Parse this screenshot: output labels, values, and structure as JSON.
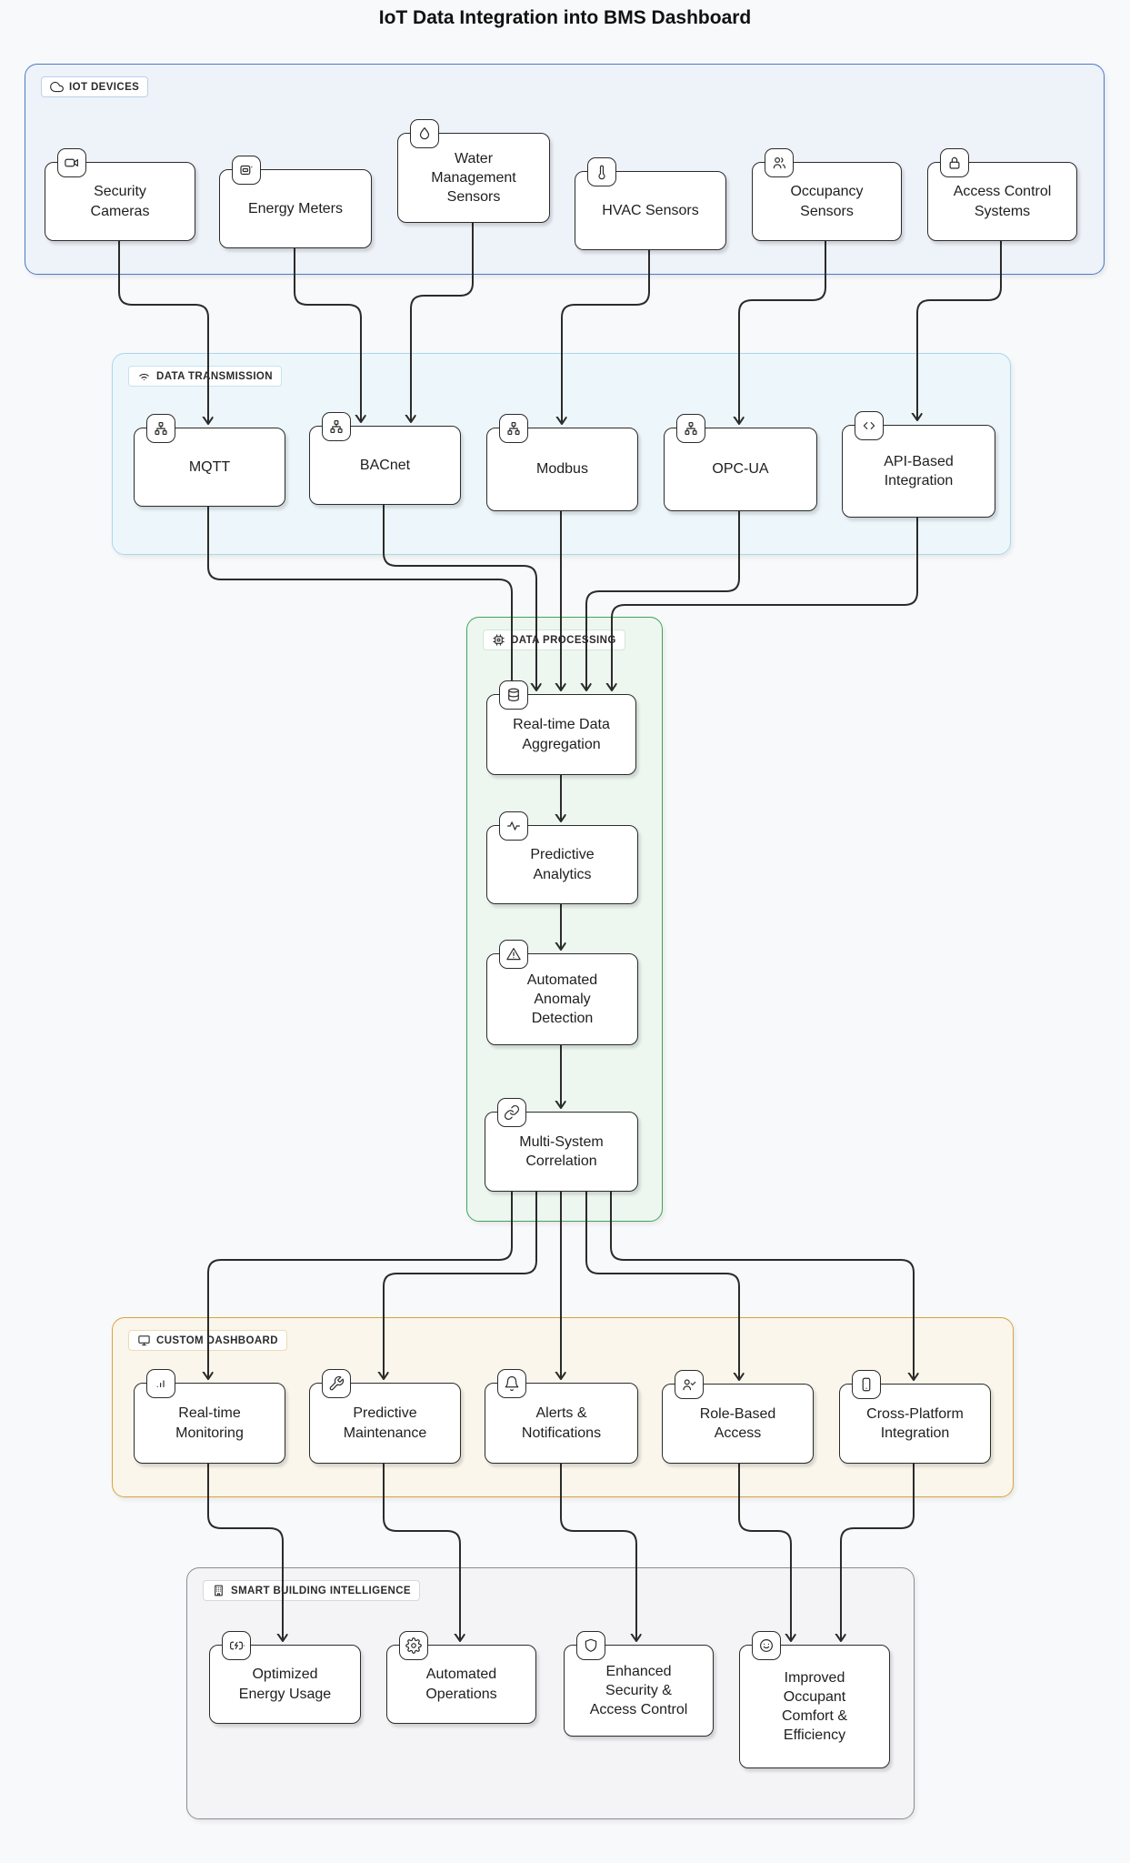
{
  "title": "IoT Data Integration into BMS Dashboard",
  "colors": {
    "iot_devices_accent": "#4a7bc8",
    "data_transmission_accent": "#a9d8e8",
    "data_processing_accent": "#3fa45c",
    "custom_dashboard_accent": "#d9a43c",
    "smart_building_accent": "#8a8d93",
    "node_stroke": "#2b2b2b",
    "page_background": "#f8f9fa"
  },
  "sections": [
    {
      "label": "IOT DEVICES",
      "icon": "cloud-icon",
      "nodes": [
        {
          "label": "Security Cameras",
          "icon": "video-camera-icon"
        },
        {
          "label": "Energy Meters",
          "icon": "meter-icon"
        },
        {
          "label": "Water Management Sensors",
          "icon": "droplet-icon"
        },
        {
          "label": "HVAC Sensors",
          "icon": "thermometer-icon"
        },
        {
          "label": "Occupancy Sensors",
          "icon": "people-icon"
        },
        {
          "label": "Access Control Systems",
          "icon": "lock-icon"
        }
      ]
    },
    {
      "label": "DATA TRANSMISSION",
      "icon": "wifi-icon",
      "nodes": [
        {
          "label": "MQTT",
          "icon": "network-icon"
        },
        {
          "label": "BACnet",
          "icon": "network-icon"
        },
        {
          "label": "Modbus",
          "icon": "network-icon"
        },
        {
          "label": "OPC-UA",
          "icon": "network-icon"
        },
        {
          "label": "API-Based Integration",
          "icon": "code-icon"
        }
      ]
    },
    {
      "label": "DATA PROCESSING",
      "icon": "cpu-icon",
      "nodes": [
        {
          "label": "Real-time Data Aggregation",
          "icon": "database-icon"
        },
        {
          "label": "Predictive Analytics",
          "icon": "activity-icon"
        },
        {
          "label": "Automated Anomaly Detection",
          "icon": "alert-triangle-icon"
        },
        {
          "label": "Multi-System Correlation",
          "icon": "link-icon"
        }
      ]
    },
    {
      "label": "CUSTOM DASHBOARD",
      "icon": "monitor-icon",
      "nodes": [
        {
          "label": "Real-time Monitoring",
          "icon": "bar-chart-icon"
        },
        {
          "label": "Predictive Maintenance",
          "icon": "wrench-icon"
        },
        {
          "label": "Alerts & Notifications",
          "icon": "bell-icon"
        },
        {
          "label": "Role-Based Access",
          "icon": "user-check-icon"
        },
        {
          "label": "Cross-Platform Integration",
          "icon": "tablet-icon"
        }
      ]
    },
    {
      "label": "SMART BUILDING INTELLIGENCE",
      "icon": "building-icon",
      "nodes": [
        {
          "label": "Optimized Energy Usage",
          "icon": "battery-charging-icon"
        },
        {
          "label": "Automated Operations",
          "icon": "gear-icon"
        },
        {
          "label": "Enhanced Security & Access Control",
          "icon": "shield-icon"
        },
        {
          "label": "Improved Occupant Comfort & Efficiency",
          "icon": "smiley-icon"
        }
      ]
    }
  ],
  "edges": [
    {
      "from": "Security Cameras",
      "to": "MQTT"
    },
    {
      "from": "Energy Meters",
      "to": "BACnet"
    },
    {
      "from": "Water Management Sensors",
      "to": "BACnet"
    },
    {
      "from": "HVAC Sensors",
      "to": "Modbus"
    },
    {
      "from": "Occupancy Sensors",
      "to": "OPC-UA"
    },
    {
      "from": "Access Control Systems",
      "to": "API-Based Integration"
    },
    {
      "from": "MQTT",
      "to": "Real-time Data Aggregation"
    },
    {
      "from": "BACnet",
      "to": "Real-time Data Aggregation"
    },
    {
      "from": "Modbus",
      "to": "Real-time Data Aggregation"
    },
    {
      "from": "OPC-UA",
      "to": "Real-time Data Aggregation"
    },
    {
      "from": "API-Based Integration",
      "to": "Real-time Data Aggregation"
    },
    {
      "from": "Real-time Data Aggregation",
      "to": "Predictive Analytics"
    },
    {
      "from": "Predictive Analytics",
      "to": "Automated Anomaly Detection"
    },
    {
      "from": "Automated Anomaly Detection",
      "to": "Multi-System Correlation"
    },
    {
      "from": "Multi-System Correlation",
      "to": "Real-time Monitoring"
    },
    {
      "from": "Multi-System Correlation",
      "to": "Predictive Maintenance"
    },
    {
      "from": "Multi-System Correlation",
      "to": "Alerts & Notifications"
    },
    {
      "from": "Multi-System Correlation",
      "to": "Role-Based Access"
    },
    {
      "from": "Multi-System Correlation",
      "to": "Cross-Platform Integration"
    },
    {
      "from": "Real-time Monitoring",
      "to": "Optimized Energy Usage"
    },
    {
      "from": "Predictive Maintenance",
      "to": "Automated Operations"
    },
    {
      "from": "Alerts & Notifications",
      "to": "Enhanced Security & Access Control"
    },
    {
      "from": "Role-Based Access",
      "to": "Improved Occupant Comfort & Efficiency"
    },
    {
      "from": "Cross-Platform Integration",
      "to": "Improved Occupant Comfort & Efficiency"
    }
  ]
}
